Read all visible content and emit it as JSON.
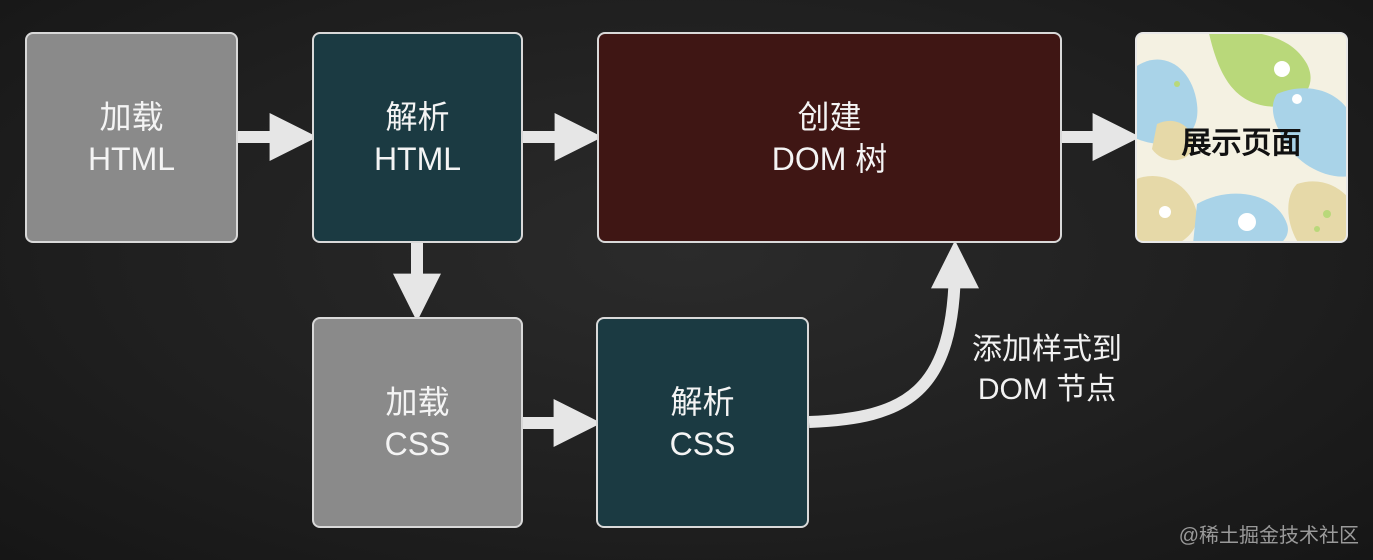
{
  "nodes": {
    "load_html": {
      "line1": "加载",
      "line2": "HTML"
    },
    "parse_html": {
      "line1": "解析",
      "line2": "HTML"
    },
    "create_dom": {
      "line1": "创建",
      "line2": "DOM 树"
    },
    "display": {
      "label": "展示页面"
    },
    "load_css": {
      "line1": "加载",
      "line2": "CSS"
    },
    "parse_css": {
      "line1": "解析",
      "line2": "CSS"
    }
  },
  "edge_label": {
    "line1": "添加样式到",
    "line2": "DOM 节点"
  },
  "watermark": "@稀土掘金技术社区",
  "colors": {
    "gray_box": "#8a8a8a",
    "teal_box": "#1b3a42",
    "maroon_box": "#3f1614",
    "arrow": "#e6e6e6",
    "border": "#d9d9d9"
  }
}
